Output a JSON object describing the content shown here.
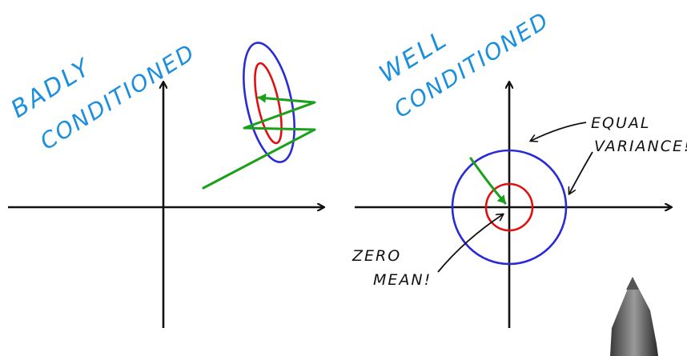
{
  "left_panel": {
    "title_line1": "BADLY",
    "title_line2": "CONDITIONED"
  },
  "right_panel": {
    "title_line1": "WELL",
    "title_line2": "CONDITIONED",
    "annotation_equal_line1": "EQUAL",
    "annotation_equal_line2": "VARIANCE!",
    "annotation_zero_line1": "ZERO",
    "annotation_zero_line2": "MEAN!"
  },
  "colors": {
    "title_blue": "#1a8fe0",
    "axis_black": "#111111",
    "ellipse_blue": "#2b2bd6",
    "ellipse_red": "#e01010",
    "path_green": "#1aa01a",
    "pen_gray": "#6a6a6a"
  },
  "icons": {
    "pen": "pen-icon"
  }
}
